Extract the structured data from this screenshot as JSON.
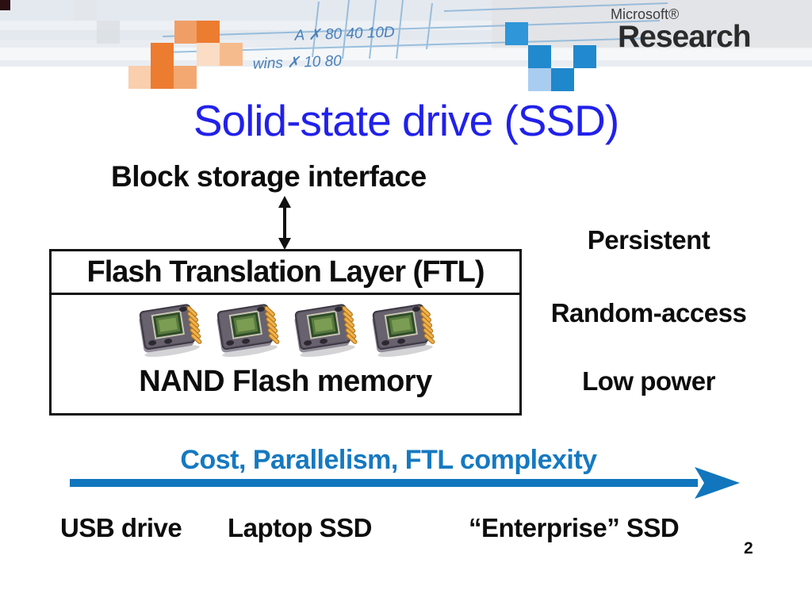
{
  "banner": {
    "logo": {
      "top": "Microsoft®",
      "main": "Research"
    },
    "handwriting": {
      "row1": "A   ✗   80   40   10D",
      "row2": "wins        ✗   10   80"
    }
  },
  "slide": {
    "title": "Solid-state drive (SSD)",
    "page_number": "2"
  },
  "diagram": {
    "interface_label": "Block storage interface",
    "ftl_label": "Flash Translation Layer (FTL)",
    "nand_label": "NAND Flash memory",
    "chip_count": 4,
    "chip_icon": "nand-flash-chip-icon",
    "properties": [
      "Persistent",
      "Random-access",
      "Low power"
    ]
  },
  "spectrum": {
    "axis_label": "Cost, Parallelism, FTL complexity",
    "points": [
      "USB drive",
      "Laptop SSD",
      "“Enterprise” SSD"
    ]
  },
  "colors": {
    "title_blue": "#2121ea",
    "accent_blue": "#1176bd",
    "orange_dark": "#ec7c30",
    "orange_light": "#f9cfae",
    "square_blue": "#2189cd",
    "text_black": "#0d0d0d"
  }
}
